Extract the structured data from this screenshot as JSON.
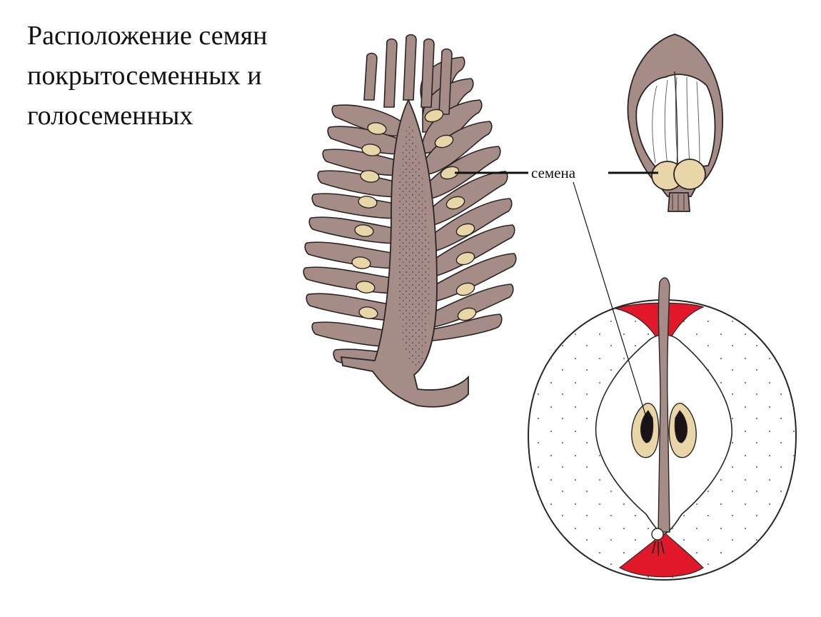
{
  "title": "Расположение семян\nпокрытосеменных и\nголосеменных",
  "seed_label": "семена",
  "colors": {
    "cone_tissue": "#a68c87",
    "seed": "#e8d6a8",
    "apple_skin": "#e0182a",
    "apple_seed_dark": "#1a1418",
    "line": "#2a2424"
  },
  "icons": [
    "pine-cone-section",
    "cone-scale-with-seeds",
    "apple-cross-section"
  ]
}
